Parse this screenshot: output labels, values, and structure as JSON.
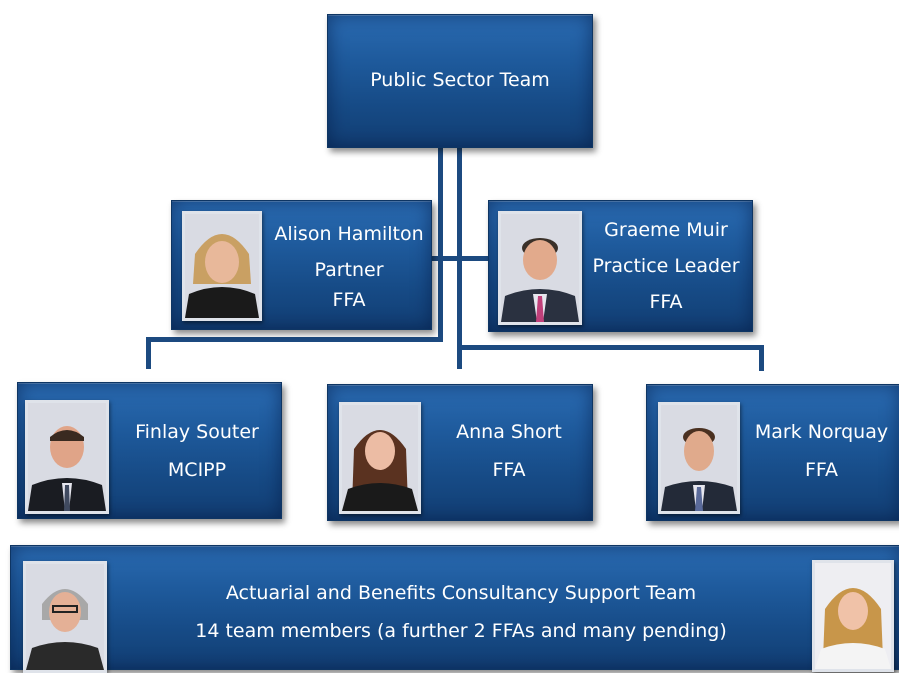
{
  "team": {
    "title": "Public Sector Team"
  },
  "people": {
    "alison": {
      "name": "Alison Hamilton",
      "role": "Partner",
      "qual": "FFA"
    },
    "graeme": {
      "name": "Graeme Muir",
      "role": "Practice Leader",
      "qual": "FFA"
    },
    "finlay": {
      "name": "Finlay Souter",
      "qual": "MCIPP"
    },
    "anna": {
      "name": "Anna Short",
      "qual": "FFA"
    },
    "mark": {
      "name": "Mark Norquay",
      "qual": "FFA"
    }
  },
  "support": {
    "line1": "Actuarial and  Benefits Consultancy Support Team",
    "line2": "14 team members (a further 2 FFAs and many pending)"
  },
  "colors": {
    "box_fill": "#1e5a9c",
    "connector": "#1c4a80",
    "text": "#ffffff"
  }
}
